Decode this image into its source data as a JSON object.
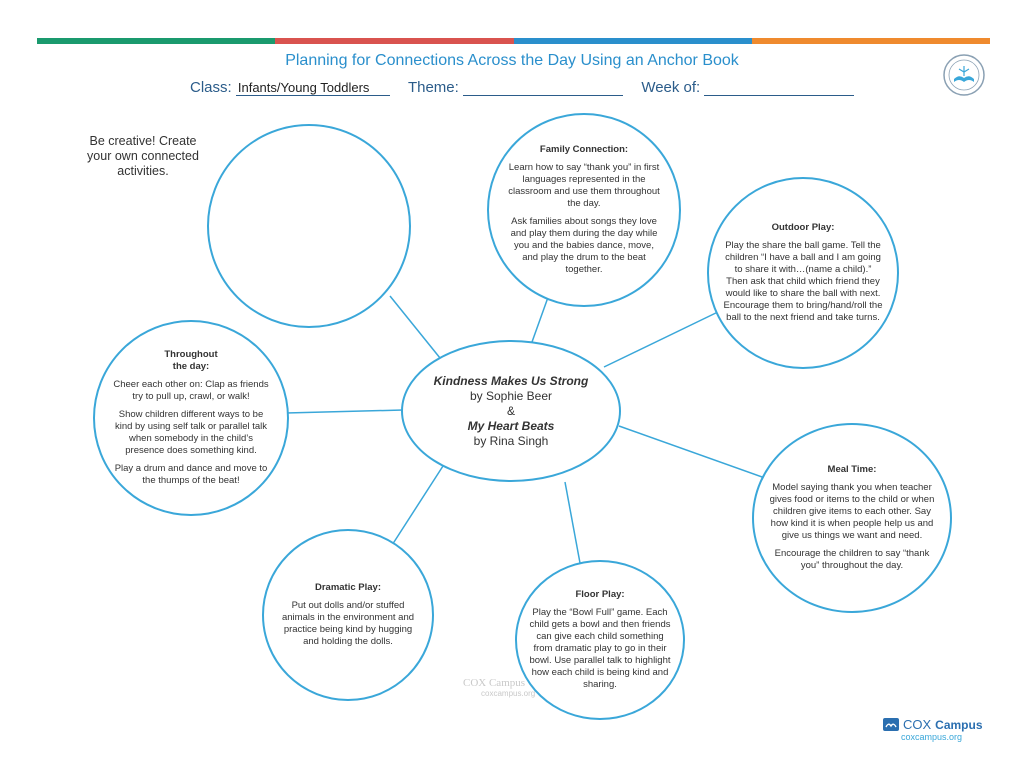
{
  "header": {
    "title": "Planning for Connections Across the Day Using an Anchor Book",
    "class_label": "Class:",
    "class_value": "Infants/Young Toddlers",
    "theme_label": "Theme:",
    "week_label": "Week of:",
    "bar_colors": [
      "#1a9a6e",
      "#d9534f",
      "#2a8fcc",
      "#ef8a2e"
    ]
  },
  "creative_note": "Be creative! Create your own connected activities.",
  "center": {
    "book1_title": "Kindness Makes Us Strong",
    "book1_author": "by Sophie Beer",
    "amp": "&",
    "book2_title": "My Heart Beats",
    "book2_author": "by Rina Singh"
  },
  "family": {
    "heading": "Family Connection:",
    "p1": "Learn how to say “thank you” in first languages represented in the classroom and use them throughout the day.",
    "p2": "Ask families about songs they love and play them during the day while you and the babies dance, move, and play the drum to the beat together."
  },
  "outdoor": {
    "heading": "Outdoor Play:",
    "p1": "Play the share the ball game. Tell the children “I have a ball and I am going to share it with…(name a child).” Then ask that child which friend they would like to share the ball with next. Encourage them to bring/hand/roll the ball to the next friend and take turns."
  },
  "throughout": {
    "heading": "Throughout the day:",
    "p1": "Cheer each other on: Clap as friends try to pull up, crawl, or walk!",
    "p2": "Show children different ways to be kind by using self talk or parallel talk when somebody in the child’s presence does something kind.",
    "p3": "Play a drum and dance and move to the thumps of the beat!"
  },
  "meal": {
    "heading": "Meal Time:",
    "p1": "Model saying thank you when teacher gives food or items to the child or when children give items to each other. Say how kind it is when people help us and give us things we want and need.",
    "p2": "Encourage the children to say “thank you” throughout the day."
  },
  "dramatic": {
    "heading": "Dramatic Play:",
    "p1": "Put out dolls and/or stuffed animals in the environment and practice being kind by hugging and holding the dolls."
  },
  "floor": {
    "heading": "Floor Play:",
    "p1": "Play the “Bowl Full” game. Each child gets a bowl and then friends can give each child something from dramatic play to go in their bowl. Use parallel talk to highlight how each child is being kind and sharing."
  },
  "watermark": {
    "brand": "COX Campus",
    "url": "coxcampus.org"
  },
  "footer": {
    "brand_cox": "COX",
    "brand_campus": "Campus",
    "url": "coxcampus.org"
  },
  "colors": {
    "circle_stroke": "#3aa7d9",
    "title": "#2a8fcc",
    "class_line": "#2b5c8a"
  }
}
